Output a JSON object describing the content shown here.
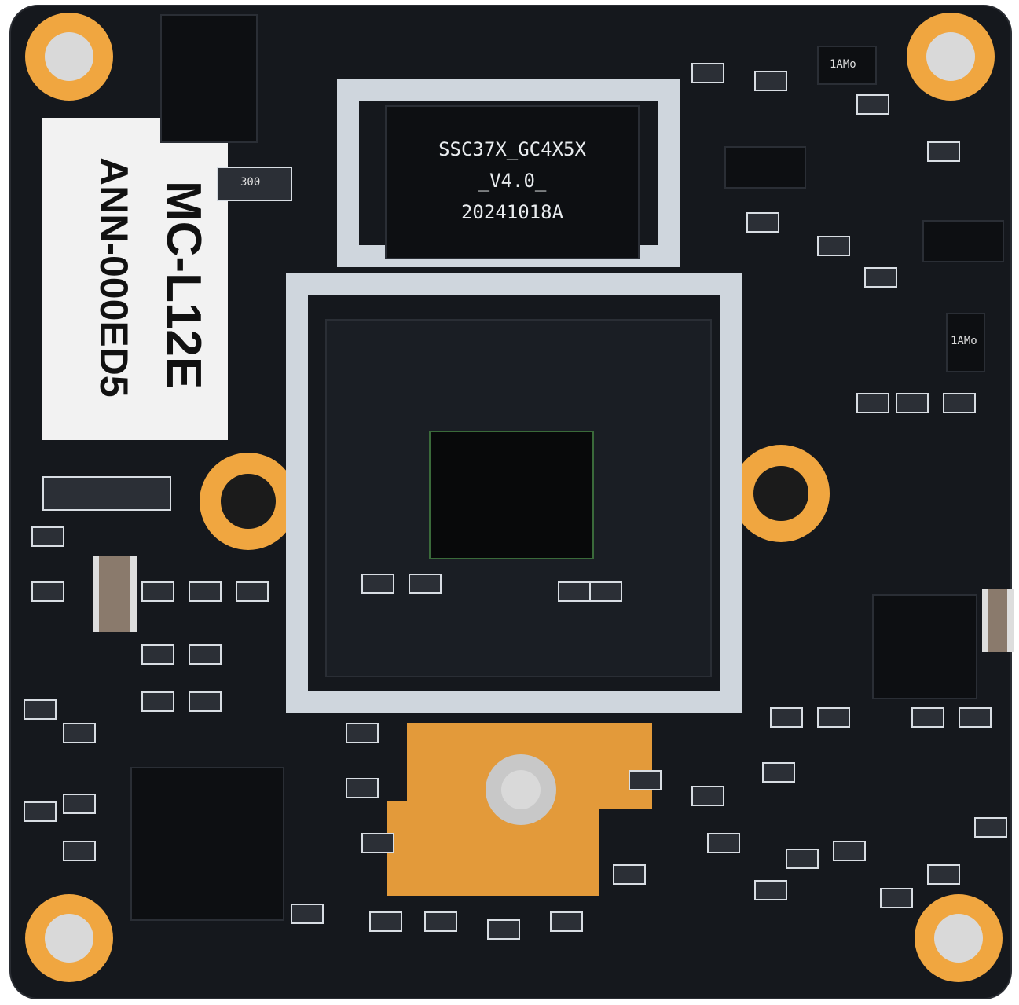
{
  "label": {
    "line1": "MC-L12E",
    "line2": "ANN-000ED5"
  },
  "silkscreen": {
    "line1": "SSC37X_GC4X5X",
    "line2": "_V4.0_",
    "line3": "20241018A"
  },
  "components": {
    "resistor_code": "300",
    "transistor_mark_1": "1AMo",
    "transistor_mark_2": "1AMo"
  },
  "colors": {
    "board": "#15181d",
    "gold": "#e39a3a",
    "shield": "#cfd6dd",
    "label": "#f2f2f2"
  }
}
